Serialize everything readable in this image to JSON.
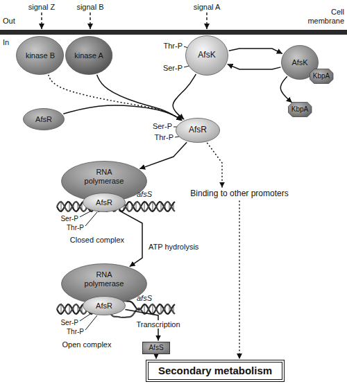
{
  "diagram": {
    "nodes": [
      {
        "text": [
          "kinase B"
        ]
      },
      {
        "text": [
          "kinase A"
        ]
      },
      {
        "text": [
          "AfsK"
        ]
      },
      {
        "text": [
          "AfsK"
        ]
      },
      {
        "text": [
          "KbpA"
        ]
      },
      {
        "text": [
          "KbpA"
        ]
      },
      {
        "text": [
          "AfsR"
        ]
      },
      {
        "text": [
          "AfsR"
        ]
      },
      {
        "text": [
          "RNA polymerase"
        ]
      },
      {
        "text": [
          "AfsR"
        ]
      },
      {
        "text": [
          "RNA polymerase"
        ]
      },
      {
        "text": [
          "AfsR"
        ]
      },
      {
        "text": [
          "Binding to other promoters"
        ]
      },
      {
        "text": [
          "AfsS"
        ]
      },
      {
        "text": [
          "Secondary metabolism"
        ]
      }
    ],
    "edges": [
      {
        "from": 2,
        "to": 3,
        "arrow": "to"
      },
      {
        "from": 3,
        "to": 2,
        "arrow": "to"
      },
      {
        "from": 3,
        "to": 5,
        "arrow": "to"
      },
      {
        "from": 6,
        "to": 7,
        "arrow": "to"
      },
      {
        "from": 0,
        "to": 7,
        "arrow": "to"
      },
      {
        "from": 1,
        "to": 7,
        "arrow": "to"
      },
      {
        "from": 2,
        "to": 7,
        "arrow": "to"
      },
      {
        "from": 7,
        "to": 8,
        "arrow": "to"
      },
      {
        "from": 7,
        "to": 12,
        "arrow": "to"
      },
      {
        "from": 9,
        "to": 10,
        "label": "ATP hydrolysis",
        "arrow": "to"
      },
      {
        "from": 11,
        "to": 13,
        "label": "Transcription",
        "arrow": "to"
      },
      {
        "from": 13,
        "to": 14,
        "arrow": "to"
      },
      {
        "from": 12,
        "to": 14,
        "arrow": "to"
      }
    ],
    "labels": [
      "signal Z",
      "signal B",
      "signal A",
      "Out",
      "Cell membrane",
      "In",
      "Thr-P",
      "Ser-P",
      "Ser-P",
      "Thr-P",
      "afsS",
      "Ser-P",
      "Thr-P",
      "Closed complex",
      "afsS",
      "Ser-P",
      "Thr-P",
      "Open complex"
    ]
  }
}
